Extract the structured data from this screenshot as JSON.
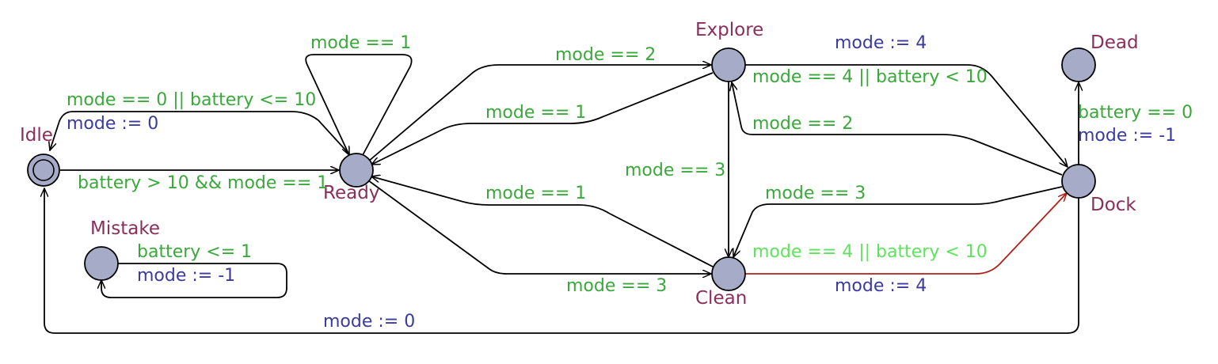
{
  "colors": {
    "location": "#a6acc8",
    "location_name": "#8a2e5a",
    "guard": "#3aa83a",
    "guard_highlight": "#5ee35e",
    "update": "#3a3aa0",
    "edge": "#000000",
    "edge_selected": "#b0201a"
  },
  "locations": {
    "idle": "Idle",
    "ready": "Ready",
    "explore": "Explore",
    "clean": "Clean",
    "dock": "Dock",
    "dead": "Dead",
    "mistake": "Mistake"
  },
  "edges": {
    "ready_ready_guard": "mode == 1",
    "ready_idle_guard": "mode == 0 || battery <= 10",
    "ready_idle_update": "mode := 0",
    "idle_ready_guard": "battery > 10 && mode == 1",
    "ready_explore_guard": "mode == 2",
    "explore_ready_guard": "mode == 1",
    "explore_clean_guard": "mode == 3",
    "clean_ready_guard": "mode == 1",
    "ready_clean_guard": "mode == 3",
    "explore_dock_update": "mode := 4",
    "explore_dock_guard": "mode == 4 || battery < 10",
    "dock_explore_guard": "mode == 2",
    "dock_clean_guard": "mode == 3",
    "clean_dock_guard": "mode == 4 || battery < 10",
    "clean_dock_update": "mode := 4",
    "dock_dead_guard": "battery == 0",
    "dock_dead_update": "mode := -1",
    "mistake_self_guard": "battery <= 1",
    "mistake_self_update": "mode := -1",
    "dock_idle_update": "mode := 0"
  }
}
